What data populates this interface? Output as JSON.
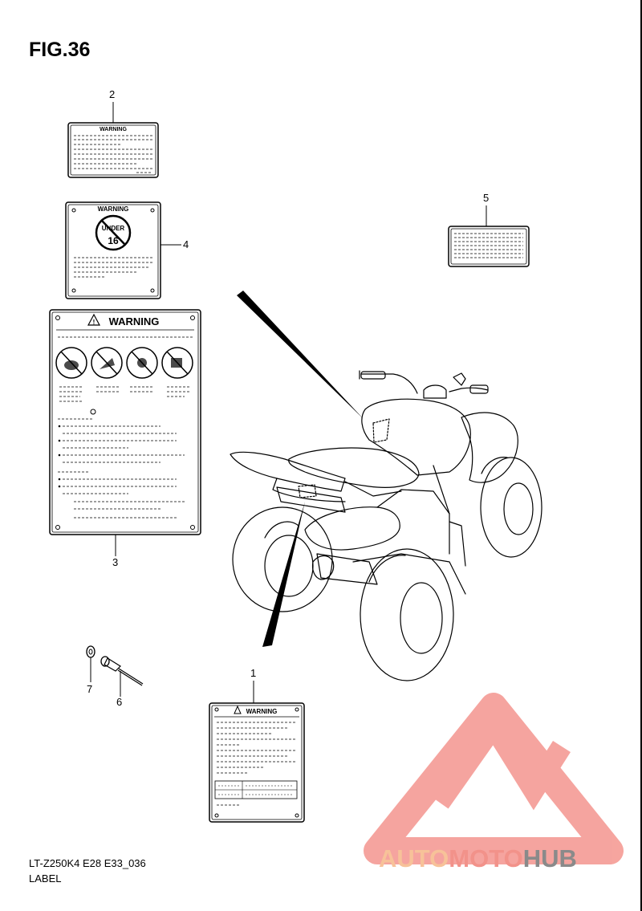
{
  "figure": {
    "title": "FIG.36"
  },
  "callouts": [
    "1",
    "2",
    "3",
    "4",
    "5",
    "6",
    "7"
  ],
  "labels": {
    "warning_text": "WARNING",
    "under16_top": "UNDER",
    "under16_num": "16"
  },
  "footer": {
    "model_code": "LT-Z250K4 E28 E33_036",
    "section": "LABEL"
  },
  "watermark": {
    "part1": "AUTO",
    "part2": "MOTO",
    "part3": "HUB",
    "colors": {
      "part1": "#f7c299",
      "part2": "#f2928a",
      "part3": "#8a8a8a",
      "logo": "#f5a09a"
    }
  }
}
